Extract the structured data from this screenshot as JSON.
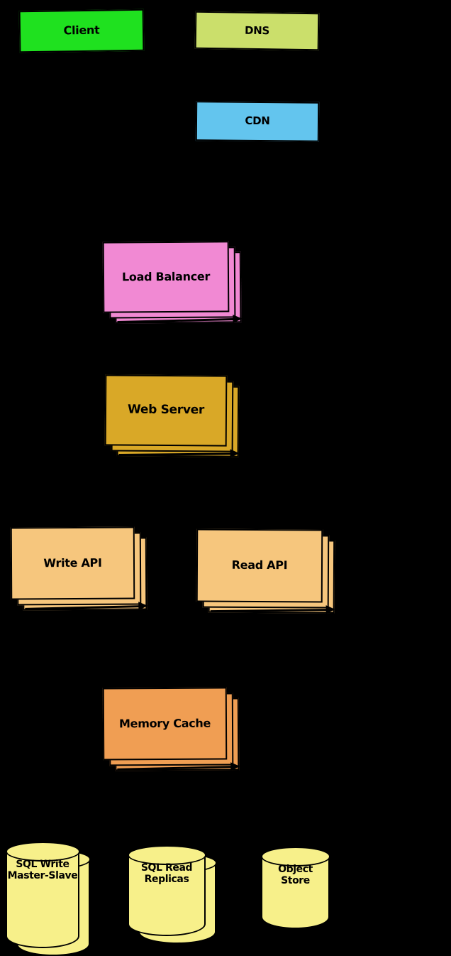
{
  "diagram": {
    "title": "system-architecture-diagram",
    "background_color": "#000000",
    "border_color": "#000000",
    "label_color": "#000000",
    "nodes": [
      {
        "id": "client",
        "label": "Client",
        "shape": "box",
        "stacked": false,
        "color": "#1fe11f"
      },
      {
        "id": "dns",
        "label": "DNS",
        "shape": "box",
        "stacked": false,
        "color": "#cbdf6b"
      },
      {
        "id": "cdn",
        "label": "CDN",
        "shape": "box",
        "stacked": false,
        "color": "#63c5ee"
      },
      {
        "id": "load-balancer",
        "label": "Load Balancer",
        "shape": "box",
        "stacked": true,
        "color": "#f189d3"
      },
      {
        "id": "web-server",
        "label": "Web Server",
        "shape": "box",
        "stacked": true,
        "color": "#d9a827"
      },
      {
        "id": "write-api",
        "label": "Write API",
        "shape": "box",
        "stacked": true,
        "color": "#f6c67d"
      },
      {
        "id": "read-api",
        "label": "Read API",
        "shape": "box",
        "stacked": true,
        "color": "#f6c67d"
      },
      {
        "id": "memory-cache",
        "label": "Memory Cache",
        "shape": "box",
        "stacked": true,
        "color": "#f09e53"
      },
      {
        "id": "sql-write-master-slave",
        "label": "SQL Write Master-Slave",
        "shape": "cylinder",
        "stacked": true,
        "color": "#f7f08a"
      },
      {
        "id": "sql-read-replicas",
        "label": "SQL Read Replicas",
        "shape": "cylinder",
        "stacked": true,
        "color": "#f7f08a"
      },
      {
        "id": "object-store",
        "label": "Object Store",
        "shape": "cylinder",
        "stacked": false,
        "color": "#f7f08a"
      }
    ]
  }
}
